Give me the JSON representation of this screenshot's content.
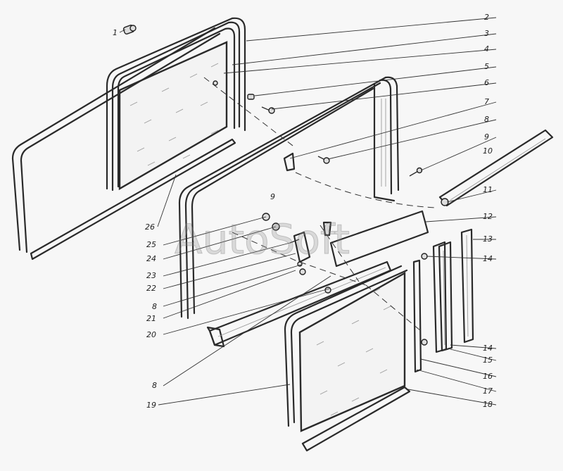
{
  "watermark": "AutoSoft",
  "callouts": {
    "c1": "1",
    "c2": "2",
    "c3": "3",
    "c4": "4",
    "c5": "5",
    "c6": "6",
    "c7": "7",
    "c8a": "8",
    "c9": "9",
    "c10": "10",
    "c11": "11",
    "c12": "12",
    "c13": "13",
    "c14a": "14",
    "c14b": "14",
    "c15": "15",
    "c16": "16",
    "c17": "17",
    "c18": "18",
    "c19": "19",
    "c20": "20",
    "c21": "21",
    "c8b": "8",
    "c22": "22",
    "c23": "23",
    "c24": "24",
    "c25": "25",
    "c26": "26",
    "c8c": "8",
    "c9small": "9"
  },
  "colors": {
    "ink": "#2a2a2a",
    "paper": "#f7f7f7"
  }
}
